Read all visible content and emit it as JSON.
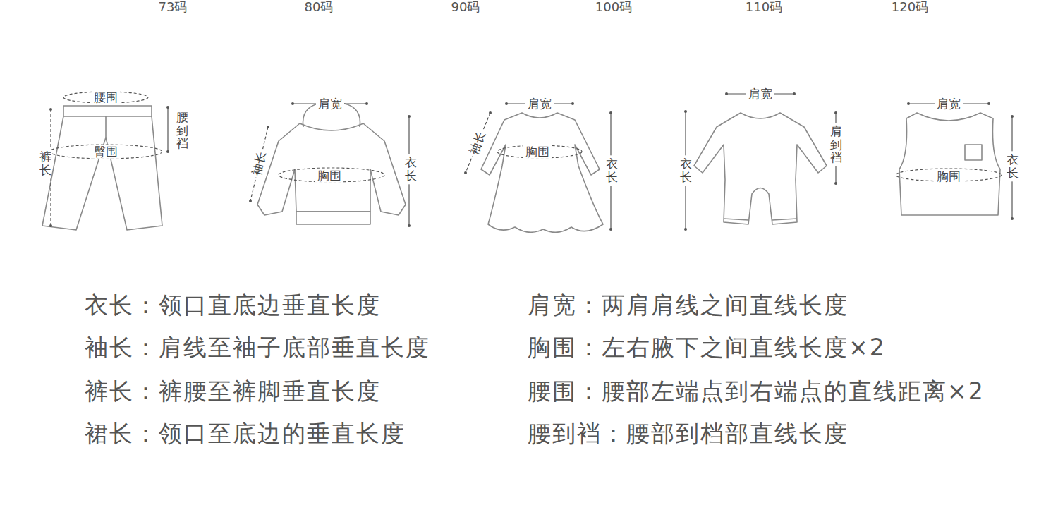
{
  "diagram": {
    "labels": [
      "73码",
      "80码",
      "90码",
      "100码",
      "110码",
      "120码",
      "腰围",
      "腰到裆",
      "臀围",
      "裤长",
      "肩宽",
      "袖长",
      "胸围",
      "衣长",
      "肩宽",
      "袖长",
      "胸围",
      "衣长",
      "肩宽",
      "衣长",
      "肩到裆",
      "肩宽",
      "胸围",
      "衣长",
      "衣长：领口直底边垂直长度",
      "肩宽：两肩肩线之间直线长度",
      "袖长：肩线至袖子底部垂直长度",
      "胸围：左右腋下之间直线长度×2",
      "裤长：裤腰至裤脚垂直长度",
      "腰围：腰部左端点到右端点的直线距离×2",
      "裙长：领口至底边的垂直长度",
      "腰到裆：腰部到档部直线长度"
    ]
  }
}
